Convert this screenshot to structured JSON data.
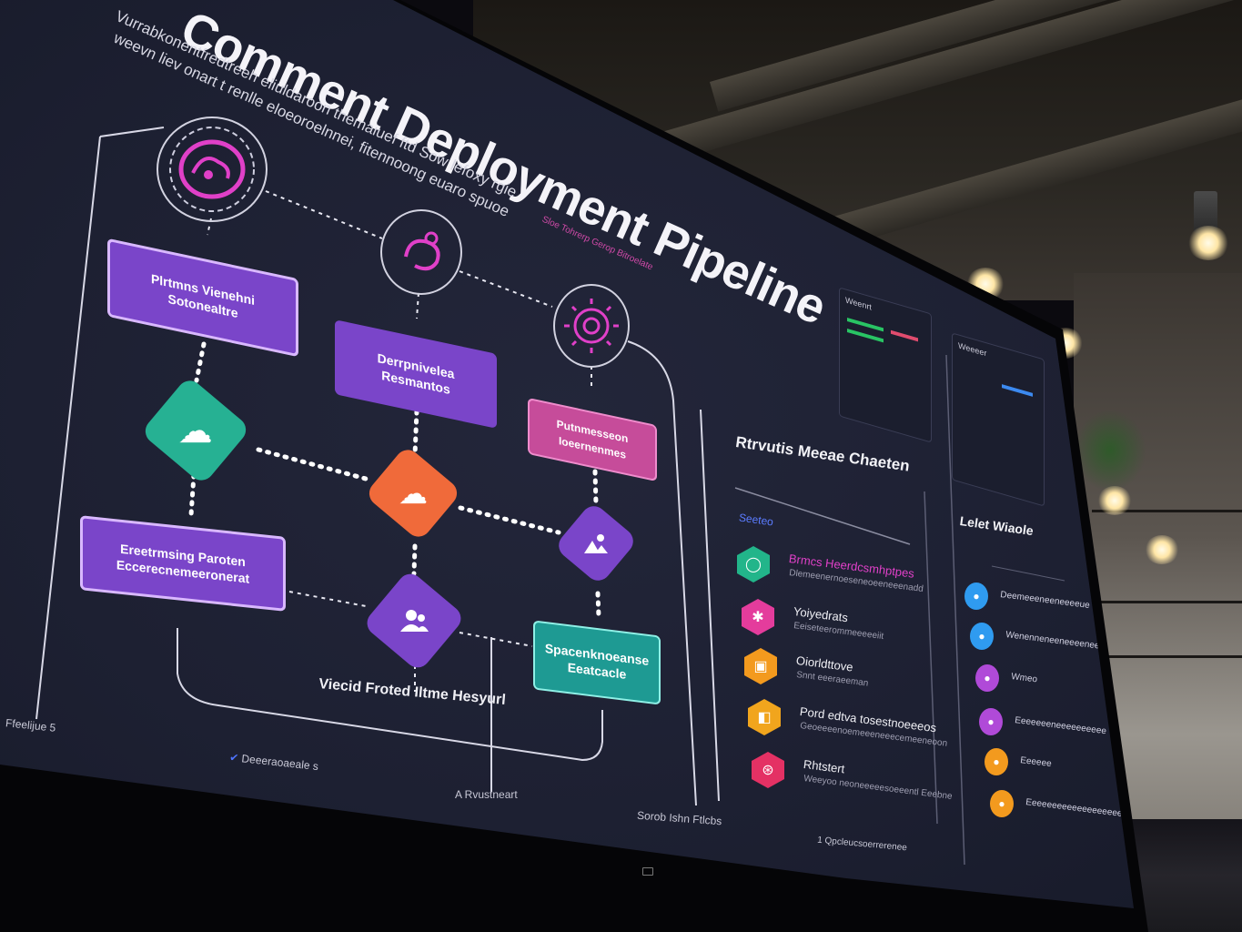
{
  "page": {
    "title": "Comment Deployment Pipeline",
    "subtitle_lines": [
      "Vurrabkonentfredtreeh eliuldaroon themaiuef ftd Sow lefoxy rgie",
      "weevn liev onart t renlle eloeoroelnnei, fitennoong euaro spuoe",
      "Sloe Tohrerp Gerop Bitroelate"
    ]
  },
  "diagram": {
    "nodes": [
      {
        "id": "start-ring",
        "icon": "brain-icon",
        "color": "#e040c8"
      },
      {
        "id": "ring-2",
        "icon": "loop-icon",
        "color": "#e040c8"
      },
      {
        "id": "ring-3",
        "icon": "virus-icon",
        "color": "#e040c8"
      },
      {
        "id": "box-1",
        "label": "Plrtmns Vienehni Sotonealtre",
        "color": "#7a45c9"
      },
      {
        "id": "box-2",
        "label": "Derrpnivelea Resmantos",
        "color": "#7a45c9"
      },
      {
        "id": "box-3",
        "label": "Putnmesseon Ioeernenmes",
        "color": "#c64c9a"
      },
      {
        "id": "box-4",
        "label": "Ereetrmsing Paroten Eccerecnemeeronerat",
        "color": "#7a45c9"
      },
      {
        "id": "box-5",
        "label": "Spacenknoeanse Eeatcacle",
        "color": "#1e9a93"
      },
      {
        "id": "diamond-cloud-1",
        "icon": "cloud-icon",
        "color": "#26b193"
      },
      {
        "id": "diamond-cloud-2",
        "icon": "cloud-icon",
        "color": "#f06a3a"
      },
      {
        "id": "diamond-image",
        "icon": "image-icon",
        "color": "#7a45c9"
      },
      {
        "id": "diamond-users",
        "icon": "users-icon",
        "color": "#7a45c9"
      }
    ],
    "caption": "Viecid Froted Iltme Hesyurl",
    "bottom_label": "A Rvustneart",
    "footer_label": "Sorob Ishn Ftlcbs",
    "left_footer": "Ffeelijue 5",
    "legend_item": "Deeeraoaeale s"
  },
  "panel": {
    "title": "Rtrvutis Meeae Chaeten",
    "filter_label": "Seeteo",
    "items": [
      {
        "title": "Brmcs Heerdcsmhptpes",
        "sub": "Dlemeenernoeseneoeeneeenadd",
        "icon": "cycle-icon",
        "color": "#22b58a"
      },
      {
        "title": "Yoiyedrats",
        "sub": "Eeiseteerommeeeeeiit",
        "icon": "plugin-icon",
        "color": "#e43c9c"
      },
      {
        "title": "Oiorldttove",
        "sub": "Snnt eeeraeeman",
        "icon": "package-icon",
        "color": "#f39a1e"
      },
      {
        "title": "Pord edtva tosestnoeeeos",
        "sub": "Geoeeeenoemeeeneeecemeeneoon",
        "icon": "lock-icon",
        "color": "#f1a51d"
      },
      {
        "title": "Rhtstert",
        "sub": "Weeyoo neoneeeeesoeeentl Eeebne",
        "icon": "alert-icon",
        "color": "#e43164"
      }
    ],
    "footer": "1 Qpcleucsoerrerenee"
  },
  "side_panel": {
    "title": "Lelet Wiaole",
    "items": [
      {
        "label": "Deemeeeneeneeeeue",
        "color": "#2f9bf0"
      },
      {
        "label": "Wenenneneeneeeeneeee",
        "color": "#2f9bf0"
      },
      {
        "label": "Wmeo",
        "color": "#b04ad8"
      },
      {
        "label": "Eeeeeeeneeeeeeeeee",
        "color": "#b04ad8"
      },
      {
        "label": "Eeeeee",
        "color": "#f39a1e"
      },
      {
        "label": "Eeeeeeeeeeeeeeeeeeee",
        "color": "#f39a1e"
      }
    ],
    "top_label_1": "Weenrt",
    "top_label_2": "Weeeer"
  }
}
